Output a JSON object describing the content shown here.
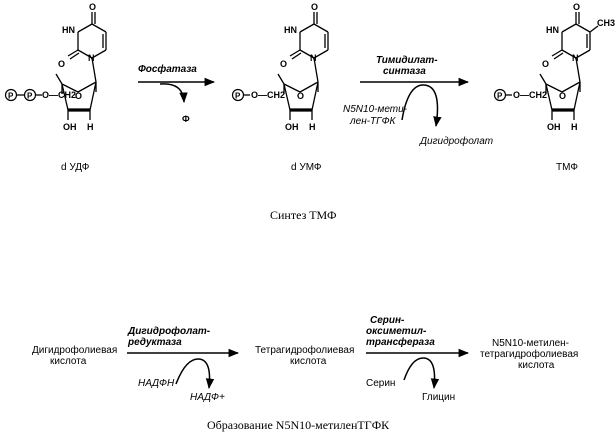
{
  "top_panel": {
    "caption": "Синтез ТМФ",
    "compounds": [
      {
        "id": "dudp",
        "name": "d УДФ",
        "phosphates": [
          "P",
          "P"
        ],
        "methyl": ""
      },
      {
        "id": "dump",
        "name": "d УМФ",
        "phosphates": [
          "P"
        ],
        "methyl": ""
      },
      {
        "id": "tmp",
        "name": "ТМФ",
        "phosphates": [
          "P"
        ],
        "methyl": "CH3"
      }
    ],
    "atoms": {
      "o": "O",
      "hn": "HN",
      "n": "N",
      "o_ring": "O",
      "och2": "O—CH2",
      "oh": "OH",
      "h": "H"
    },
    "step1": {
      "enzyme": "Фосфатаза",
      "product": "Ф"
    },
    "step2": {
      "enzyme_line1": "Тимидилат-",
      "enzyme_line2": "синтаза",
      "cofactor_line1": "N5N10-мети-",
      "cofactor_line2": "лен-ТГФК",
      "product": "Дигидрофолат"
    }
  },
  "bottom_panel": {
    "caption": "Образование N5N10-метиленТГФК",
    "substrate_line1": "Дигидрофолиевая",
    "substrate_line2": "кислота",
    "enzyme1_line1": "Дигидрофолат-",
    "enzyme1_line2": "редуктаза",
    "cofactor_in": "НАДФН",
    "cofactor_out": "НАДФ+",
    "intermediate_line1": "Тетрагидрофолиевая",
    "intermediate_line2": "кислота",
    "enzyme2_line1": "Серин-",
    "enzyme2_line2": "оксиметил-",
    "enzyme2_line3": "трансфераза",
    "serine": "Серин",
    "glycine": "Глицин",
    "product_line1": "N5N10-метилен-",
    "product_line2": "тетрагидрофолиевая",
    "product_line3": "кислота"
  }
}
